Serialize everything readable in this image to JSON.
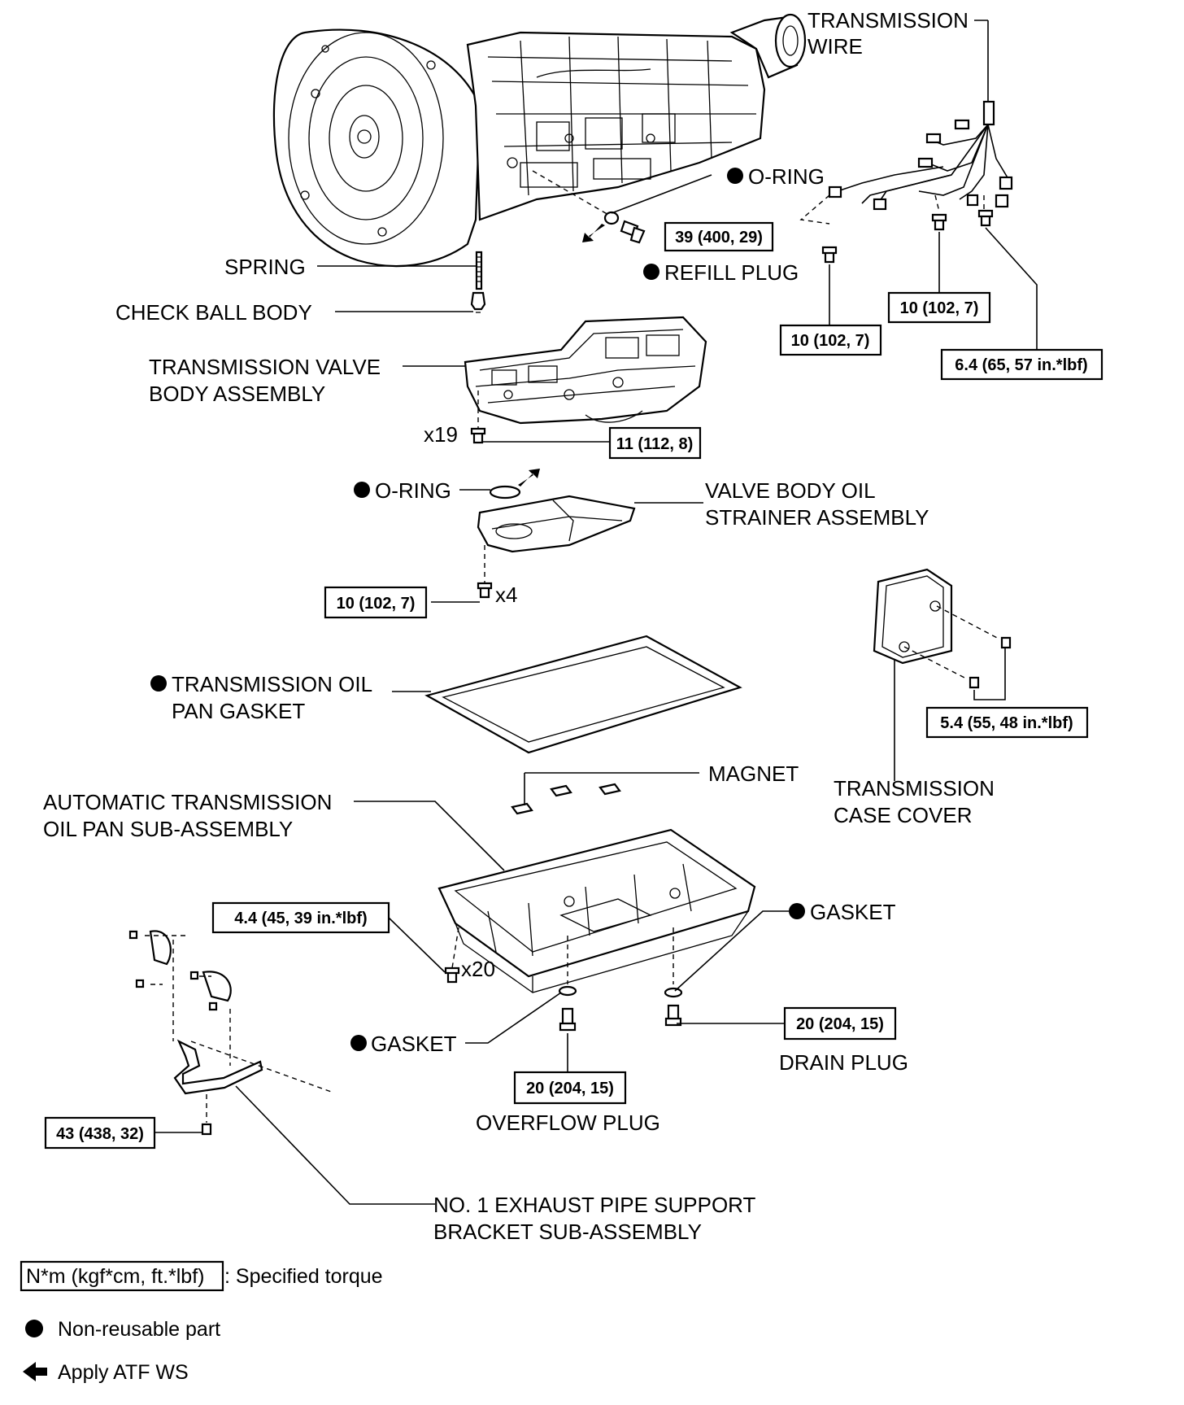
{
  "labels": {
    "transmission_wire_1": "TRANSMISSION",
    "transmission_wire_2": "WIRE",
    "o_ring_top": "O-RING",
    "refill_plug": "REFILL PLUG",
    "spring": "SPRING",
    "check_ball_body": "CHECK BALL BODY",
    "valve_body_1": "TRANSMISSION VALVE",
    "valve_body_2": "BODY ASSEMBLY",
    "o_ring_mid": "O-RING",
    "strainer_1": "VALVE BODY OIL",
    "strainer_2": "STRAINER ASSEMBLY",
    "pan_gasket_1": "TRANSMISSION OIL",
    "pan_gasket_2": "PAN GASKET",
    "magnet": "MAGNET",
    "case_cover_1": "TRANSMISSION",
    "case_cover_2": "CASE COVER",
    "oil_pan_1": "AUTOMATIC TRANSMISSION",
    "oil_pan_2": "OIL PAN SUB-ASSEMBLY",
    "gasket_right": "GASKET",
    "gasket_left": "GASKET",
    "drain_plug": "DRAIN PLUG",
    "overflow_plug": "OVERFLOW PLUG",
    "bracket_1": "NO. 1 EXHAUST PIPE SUPPORT",
    "bracket_2": "BRACKET SUB-ASSEMBLY",
    "qty_x19": "x19",
    "qty_x4": "x4",
    "qty_x20": "x20"
  },
  "torques": {
    "refill_plug": "39 (400, 29)",
    "wire_bolt_a": "10 (102, 7)",
    "wire_bolt_b": "10 (102, 7)",
    "wire_bolt_c": "6.4 (65, 57 in.*lbf)",
    "valve_body": "11 (112, 8)",
    "strainer": "10 (102, 7)",
    "case_cover": "5.4 (55, 48 in.*lbf)",
    "oil_pan": "4.4 (45, 39 in.*lbf)",
    "drain_plug": "20 (204, 15)",
    "overflow_plug": "20 (204, 15)",
    "bracket": "43 (438, 32)"
  },
  "legend": {
    "torque_unit": "N*m (kgf*cm, ft.*lbf)",
    "torque_text": ": Specified torque",
    "non_reusable": "Non-reusable part",
    "apply": "Apply ATF WS"
  }
}
